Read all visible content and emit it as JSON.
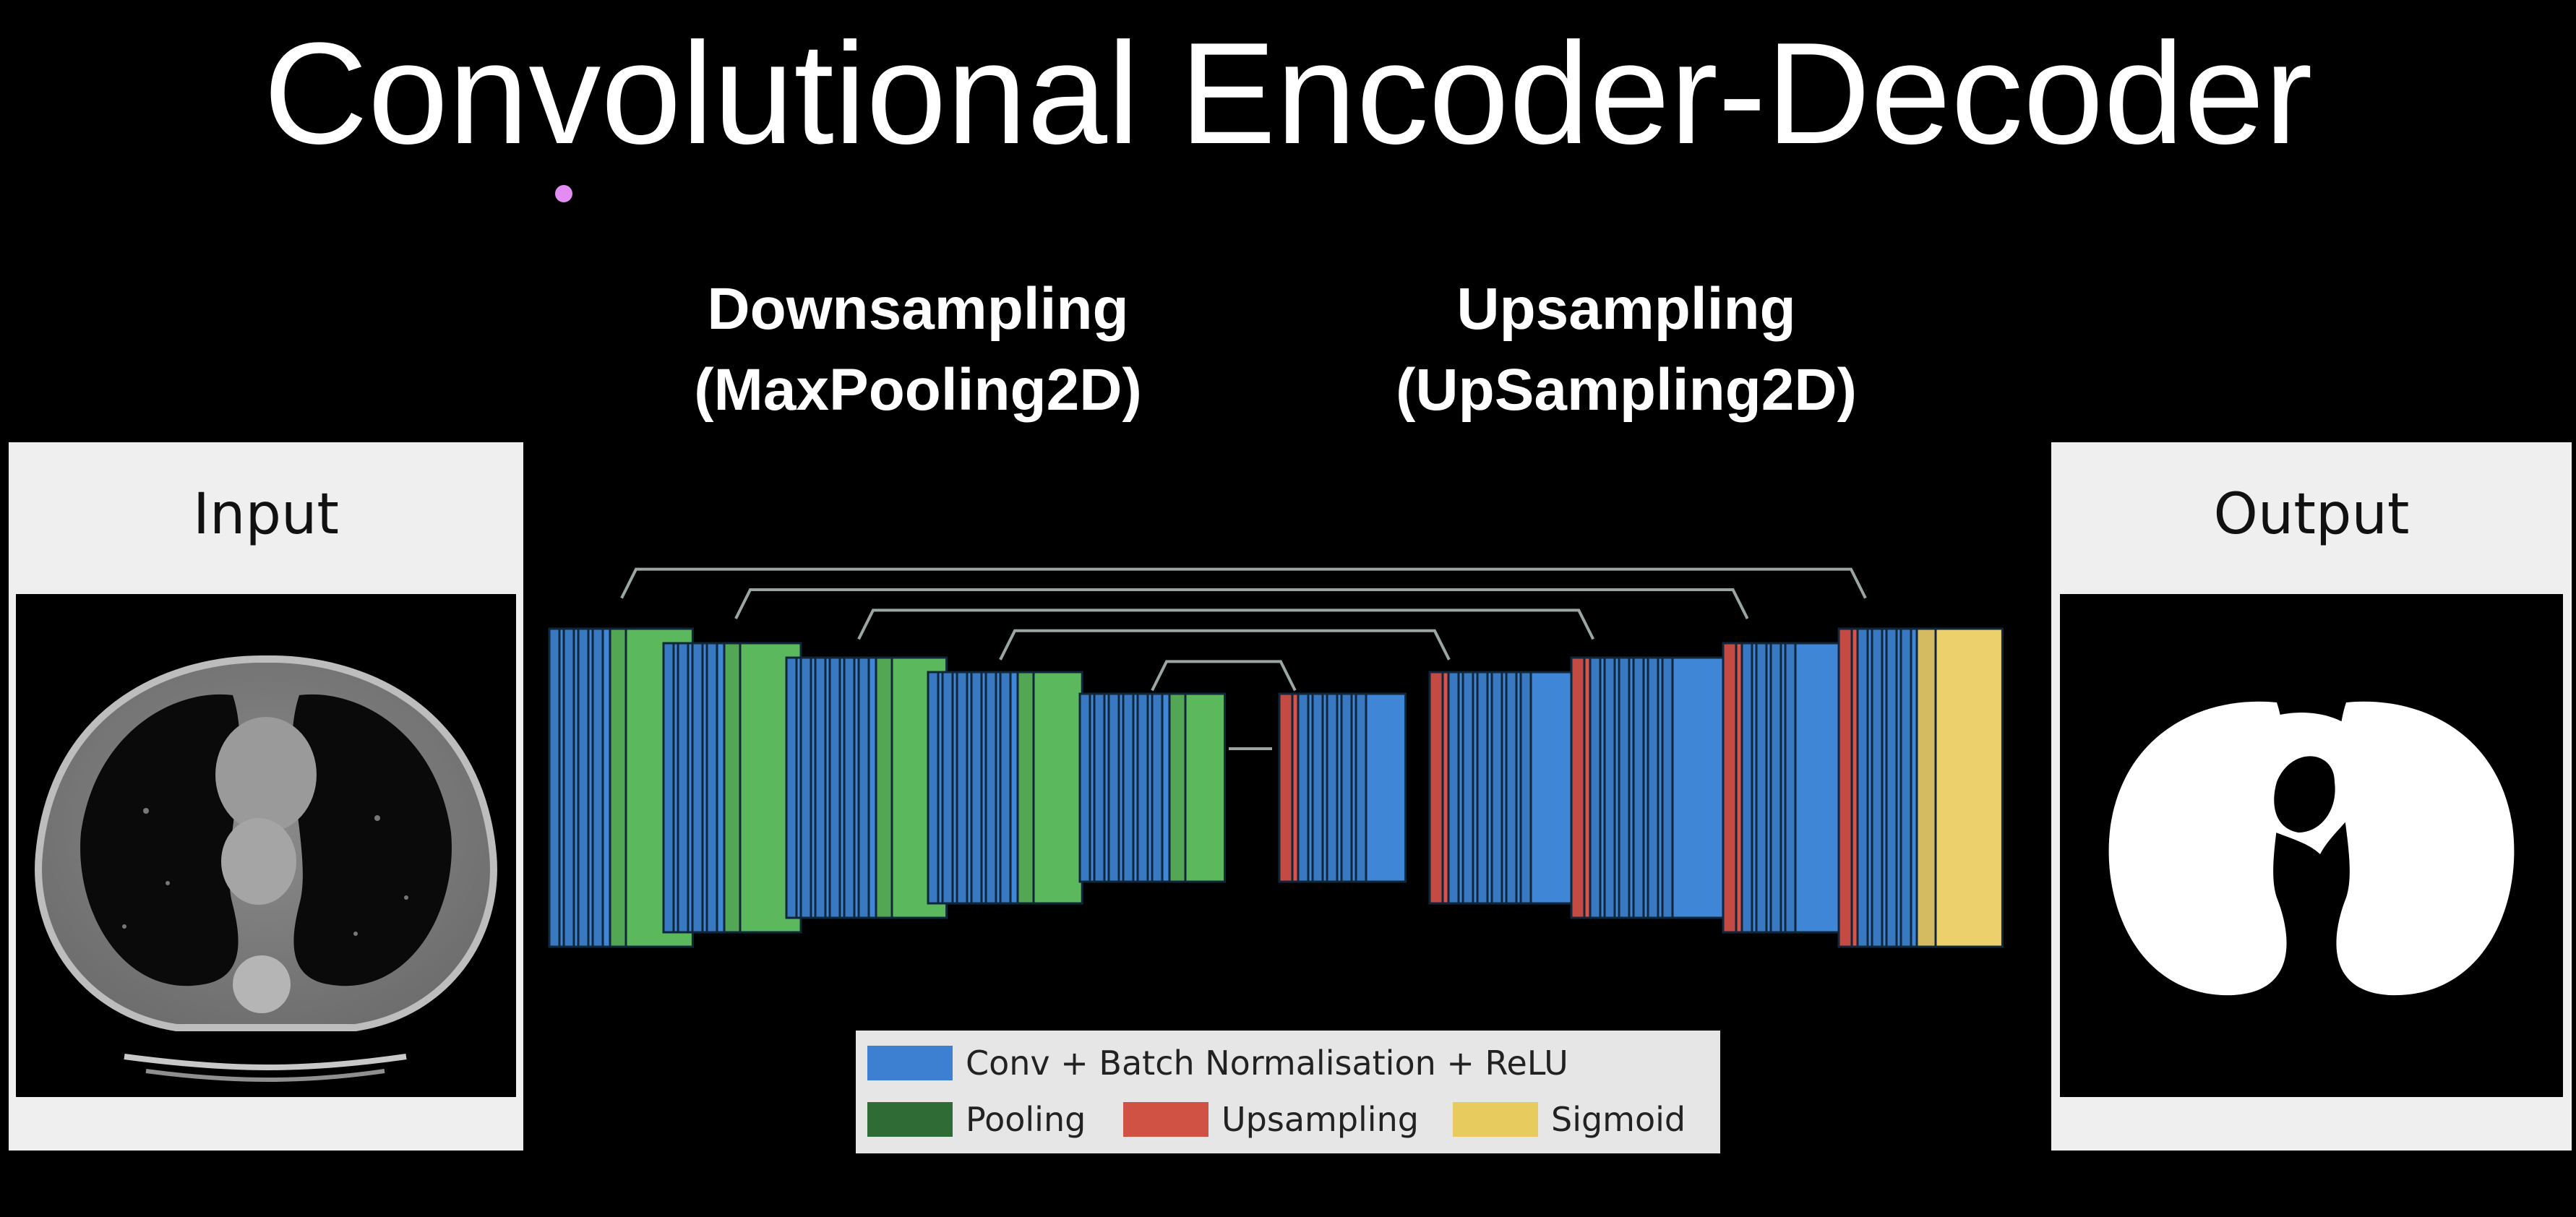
{
  "title": "Convolutional Encoder-Decoder",
  "phases": {
    "downsampling": {
      "label": "Downsampling",
      "op": "(MaxPooling2D)"
    },
    "upsampling": {
      "label": "Upsampling",
      "op": "(UpSampling2D)"
    }
  },
  "panels": {
    "input": {
      "label": "Input"
    },
    "output": {
      "label": "Output"
    }
  },
  "legend": {
    "conv": {
      "label": "Conv + Batch Normalisation + ReLU",
      "color": "#3d7fd1"
    },
    "pooling": {
      "label": "Pooling",
      "color": "#2f6b35"
    },
    "upsampling": {
      "label": "Upsampling",
      "color": "#cf5245"
    },
    "sigmoid": {
      "label": "Sigmoid",
      "color": "#e8cb5f"
    }
  },
  "architecture": {
    "colors": {
      "conv": "#3f86d6",
      "pool": "#5cb85c",
      "up": "#d9534a",
      "sigmoid": "#ecd06c",
      "connector": "#9aa6a0"
    },
    "encoder": [
      {
        "conv": 4,
        "pool": true
      },
      {
        "conv": 4,
        "pool": true
      },
      {
        "conv": 6,
        "pool": true
      },
      {
        "conv": 6,
        "pool": true
      },
      {
        "conv": 6,
        "pool": true
      }
    ],
    "decoder": [
      {
        "up": true,
        "conv": 5
      },
      {
        "up": true,
        "conv": 6
      },
      {
        "up": true,
        "conv": 6
      },
      {
        "up": true,
        "conv": 4
      },
      {
        "up": true,
        "conv": 4,
        "sigmoid": true
      }
    ]
  }
}
